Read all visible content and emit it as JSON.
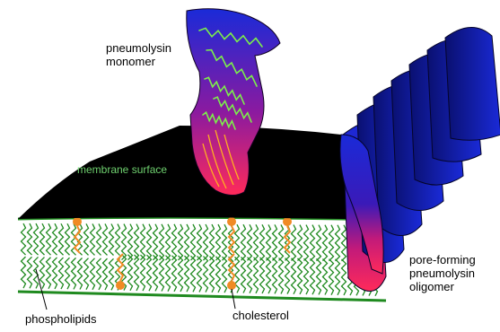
{
  "labels": {
    "monomer_line1": "pneumolysin",
    "monomer_line2": "monomer",
    "membrane": "membrane surface",
    "oligomer_line1": "pore-forming",
    "oligomer_line2": "pneumolysin",
    "oligomer_line3": "oligomer",
    "phospholipids": "phospholipids",
    "cholesterol": "cholesterol"
  },
  "colors": {
    "membrane_surface": "#000000",
    "membrane_label": "#6fd16f",
    "lipid_tails": "#1f8a1f",
    "cholesterol": "#f08a24",
    "protein_top": "#1a2ad8",
    "protein_mid": "#8a1aa0",
    "protein_bottom": "#ff2a5a",
    "helix": "#7cf04a"
  }
}
